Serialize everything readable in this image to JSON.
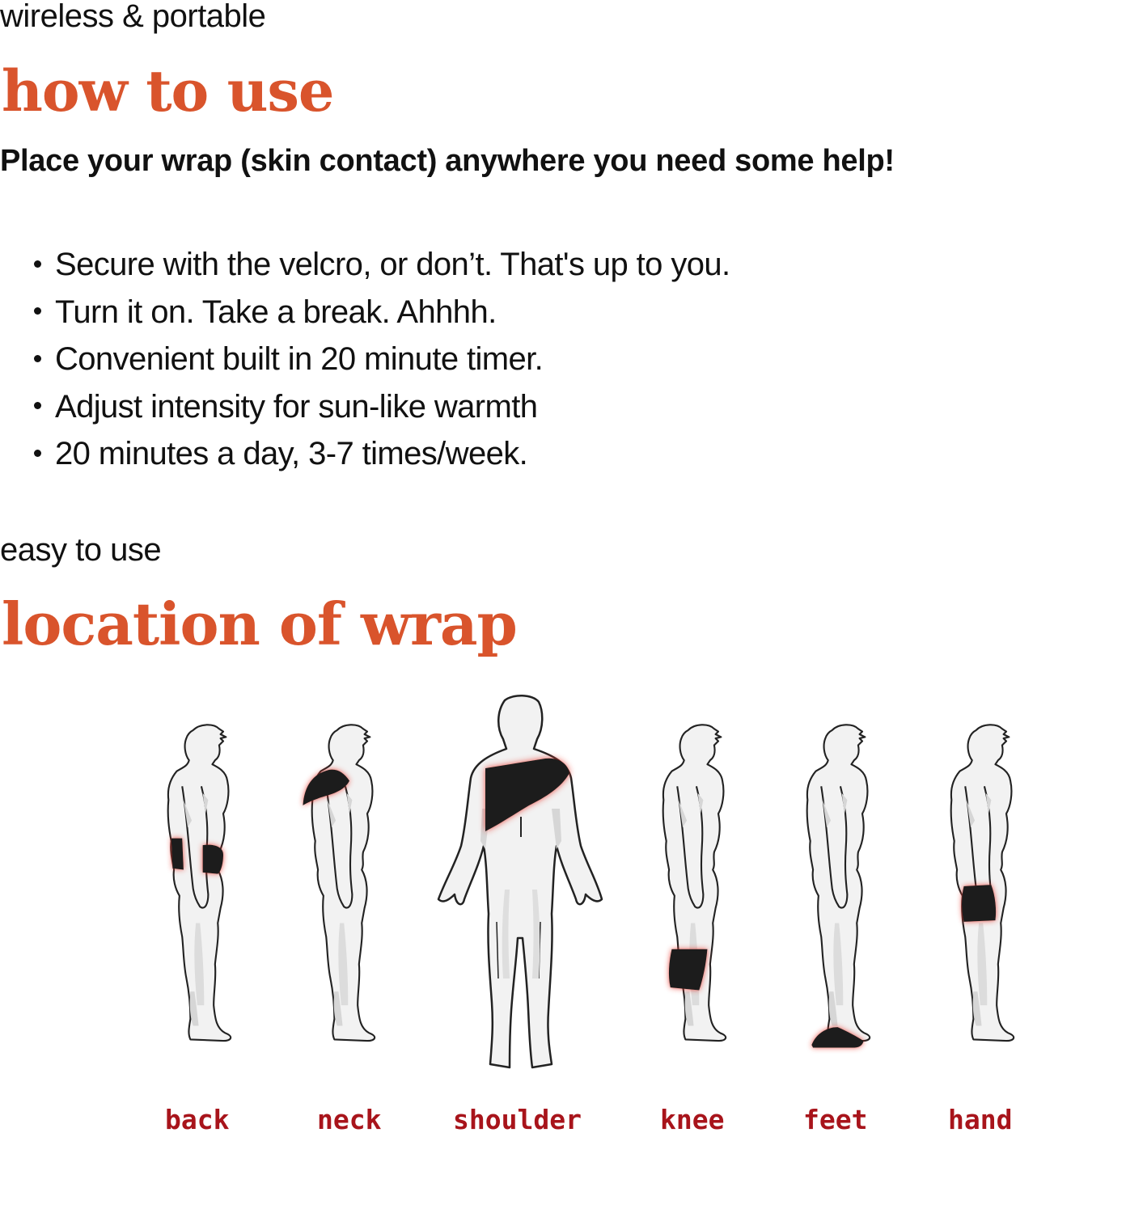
{
  "section1": {
    "subtitle": "wireless & portable",
    "heading": "how to use",
    "lead": "Place your wrap (skin contact) anywhere you need some help!",
    "bullets": [
      "Secure with the velcro, or don’t. That's up to you.",
      "Turn it on. Take a break. Ahhhh.",
      "Convenient built in 20 minute timer.",
      "Adjust intensity for sun-like warmth",
      "20 minutes a day, 3-7 times/week."
    ]
  },
  "section2": {
    "subtitle": "easy to use",
    "heading": "location of wrap",
    "locations": [
      {
        "label": "back",
        "view": "side",
        "icon": "body-figure-back-wrap"
      },
      {
        "label": "neck",
        "view": "side",
        "icon": "body-figure-neck-wrap"
      },
      {
        "label": "shoulder",
        "view": "front",
        "icon": "body-figure-shoulder-wrap"
      },
      {
        "label": "knee",
        "view": "side",
        "icon": "body-figure-knee-wrap"
      },
      {
        "label": "feet",
        "view": "side",
        "icon": "body-figure-feet-wrap"
      },
      {
        "label": "hand",
        "view": "side",
        "icon": "body-figure-hand-wrap"
      }
    ]
  },
  "colors": {
    "heading": "#d9542c",
    "label": "#a8141b",
    "text": "#111111",
    "wrap": "#1a1a1a",
    "wrap_glow": "#e8342a",
    "body_fill": "#f2f2f2",
    "body_shade": "#d6d6d6"
  }
}
